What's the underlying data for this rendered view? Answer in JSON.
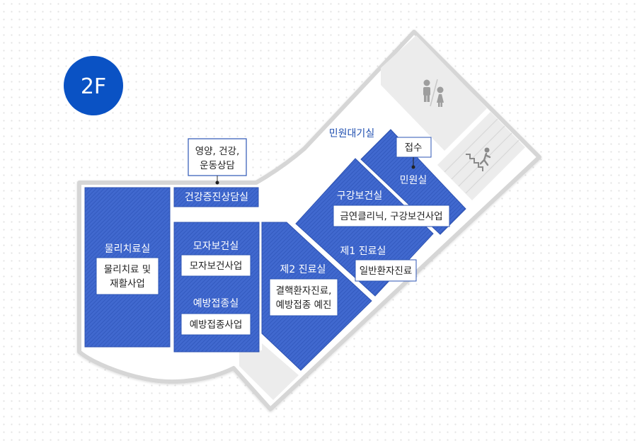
{
  "floor_badge": {
    "label": "2F",
    "color": "#0a52c4"
  },
  "colors": {
    "room": "#3d64c9",
    "room_stroke": "#2f53b0",
    "wall": "#d8d8d8",
    "facility": "#ececec",
    "label_blue": "#1f4fb0"
  },
  "areas": {
    "waiting": {
      "label": "민원대기실"
    }
  },
  "rooms": {
    "physio": {
      "name": "물리치료실",
      "service_line1": "물리치료 및",
      "service_line2": "재활사업"
    },
    "health_check": {
      "name": "건강증진상담실",
      "callout_line1": "영양, 건강,",
      "callout_line2": "운동상담"
    },
    "maternal": {
      "name": "모자보건실",
      "service": "모자보건사업"
    },
    "vaccination": {
      "name": "예방접종실",
      "service": "예방접종사업"
    },
    "exam2": {
      "name": "제2 진료실",
      "service_line1": "결핵환자진료,",
      "service_line2": "예방접종 예진"
    },
    "oral": {
      "name": "구강보건실",
      "service": "금연클리닉, 구강보건사업"
    },
    "exam1": {
      "name": "제1 진료실",
      "service": "일반환자진료"
    },
    "civil": {
      "name": "민원실",
      "callout": "접수"
    }
  },
  "facilities": [
    {
      "name": "restroom",
      "icon": "restroom-icon"
    },
    {
      "name": "stairs",
      "icon": "stairs-icon"
    }
  ]
}
